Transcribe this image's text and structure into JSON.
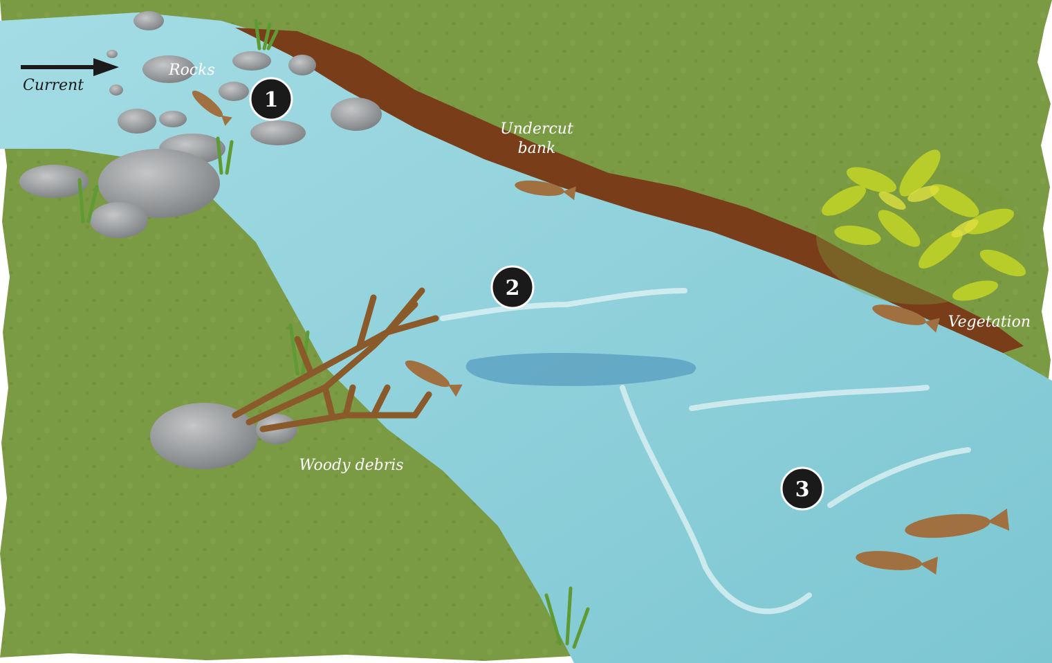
{
  "labels": {
    "current": "Current",
    "rocks": "Rocks",
    "undercut_bank_line1": "Undercut",
    "undercut_bank_line2": "bank",
    "woody_debris": "Woody debris",
    "vegetation": "Vegetation"
  },
  "markers": [
    "1",
    "2",
    "3"
  ],
  "colors": {
    "grass": "#7a9a44",
    "water": "#8dd0da",
    "bank": "#7a3d1a",
    "rock": "#9a9c9e",
    "fish": "#a07040",
    "wood": "#8a5a2a",
    "vegetation": "#b8cc2a",
    "marker_fill": "#1a1a1a"
  }
}
